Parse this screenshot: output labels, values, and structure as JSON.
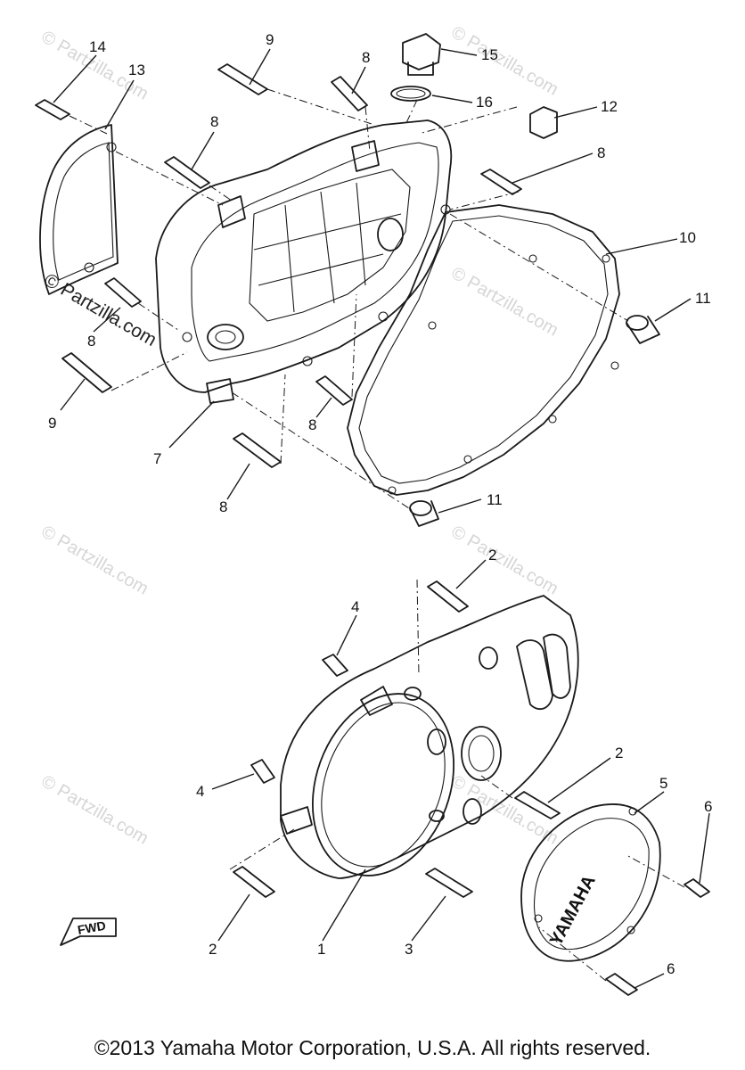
{
  "diagram": {
    "callouts": [
      "14",
      "13",
      "9",
      "8",
      "15",
      "16",
      "12",
      "8",
      "8",
      "10",
      "11",
      "8",
      "9",
      "8",
      "7",
      "8",
      "11",
      "2",
      "4",
      "2",
      "4",
      "5",
      "6",
      "2",
      "1",
      "3",
      "6"
    ],
    "watermark": "© Partzilla.com",
    "fwd_label": "FWD",
    "cover_brand": "YAMAHA"
  },
  "footer": {
    "copyright": "©2013 Yamaha Motor Corporation, U.S.A. All rights reserved."
  }
}
